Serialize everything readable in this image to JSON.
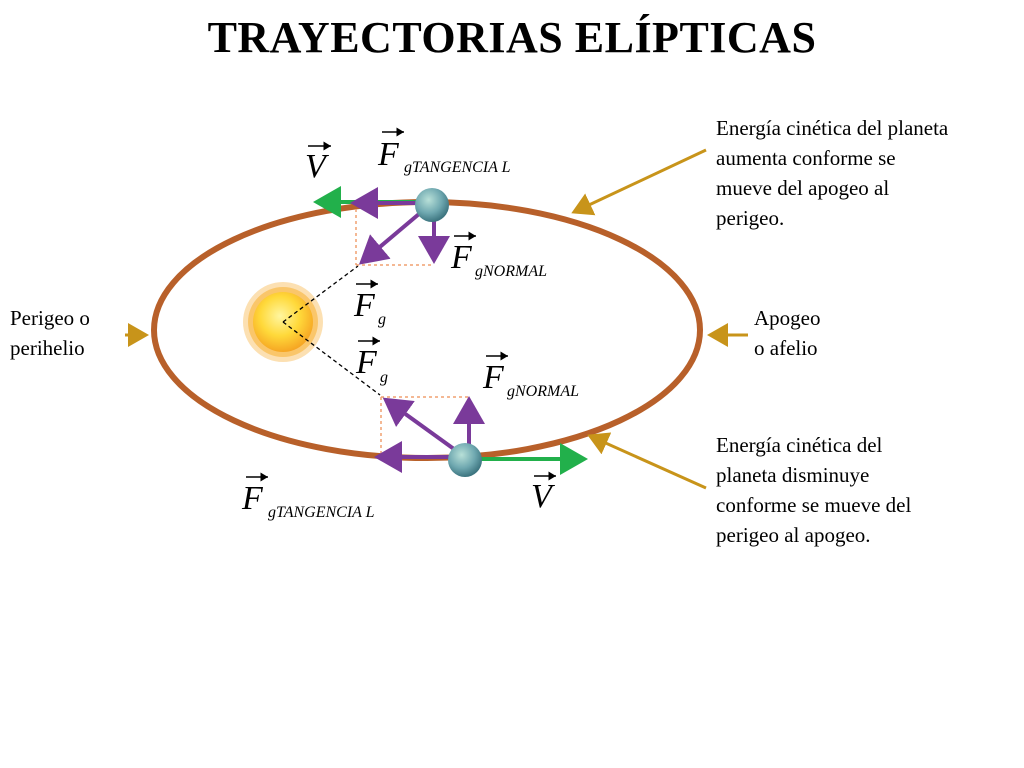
{
  "title": "TRAYECTORIAS ELÍPTICAS",
  "notes": {
    "top": "Energía cinética del planeta\naumenta conforme se\nmueve del apogeo al\nperigeo.",
    "bottom": "Energía cinética del\nplaneta disminuye\nconforme se mueve del\nperigeo al apogeo."
  },
  "points": {
    "perigee": "Perigeo o\nperihelio",
    "apogee": "Apogeo\no afelio"
  },
  "vectors": {
    "velocity": "V",
    "force": "F",
    "tangential_sub": "gTANGENCIA L",
    "normal_sub": "gNORMAL",
    "gravity_sub": "g"
  },
  "colors": {
    "orbit": "#b8602a",
    "velocity_arrow": "#22b04b",
    "force_arrow": "#7a3a9a",
    "pointer_arrow": "#c8941a",
    "component_guide": "#f0a070",
    "sun_core": "#ffd93a",
    "sun_halo": "#f6a623",
    "planet": "#5f9ea8"
  }
}
